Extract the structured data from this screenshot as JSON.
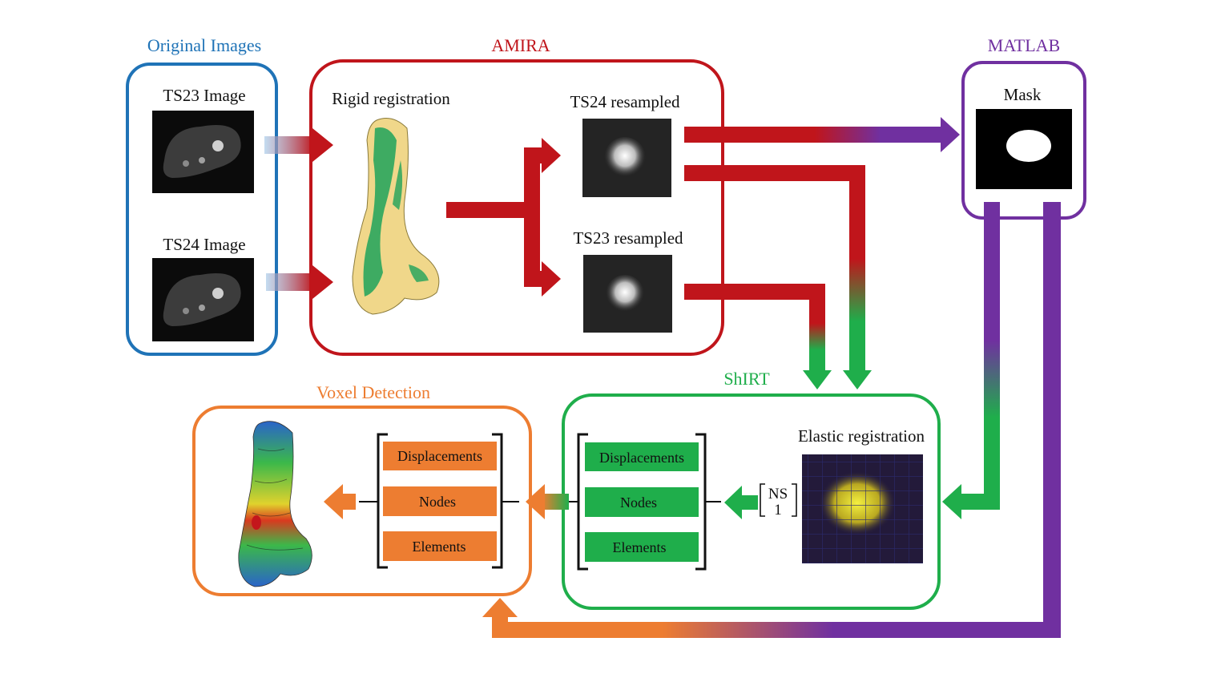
{
  "panels": {
    "original": {
      "title": "Original Images",
      "color": "#1f73b7",
      "image_a_label": "TS23 Image",
      "image_b_label": "TS24 Image"
    },
    "amira": {
      "title": "AMIRA",
      "color": "#c0151b",
      "rigid_label": "Rigid registration",
      "resampled_a_label": "TS24 resampled",
      "resampled_b_label": "TS23 resampled"
    },
    "matlab": {
      "title": "MATLAB",
      "color": "#7030a0",
      "mask_label": "Mask"
    },
    "shirt": {
      "title": "ShIRT",
      "color": "#1fae4b",
      "elastic_label": "Elastic registration",
      "matrix_top": "NS",
      "matrix_bottom": "1",
      "items": [
        "Displacements",
        "Nodes",
        "Elements"
      ]
    },
    "voxel": {
      "title": "Voxel Detection",
      "color": "#ed7d31",
      "items": [
        "Displacements",
        "Nodes",
        "Elements"
      ]
    }
  }
}
